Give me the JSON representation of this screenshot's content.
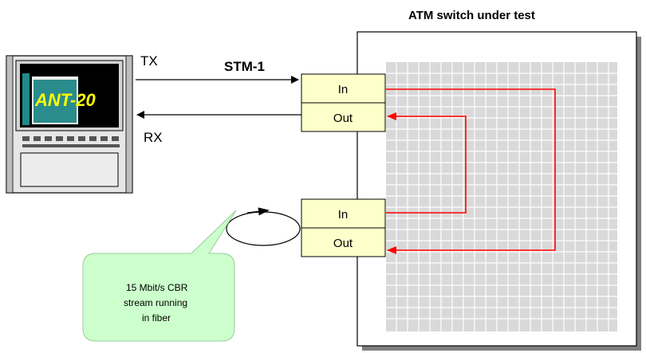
{
  "title": "ATM switch under test",
  "device": {
    "name": "ANT-20",
    "tx_label": "TX",
    "rx_label": "RX"
  },
  "link_label": "STM-1",
  "ports": {
    "top_in": "In",
    "top_out": "Out",
    "bottom_in": "In",
    "bottom_out": "Out"
  },
  "callout": {
    "line1": "15 Mbit/s CBR",
    "line2": "stream running",
    "line3": "in fiber"
  },
  "colors": {
    "port_fill": "#ffffcc",
    "grid_bg": "#d9d9d9",
    "route": "#ff0000",
    "callout_fill": "#ccffcc",
    "device_body": "#e6e6e6",
    "screen": "#000000",
    "screen_text": "#ffff00"
  }
}
